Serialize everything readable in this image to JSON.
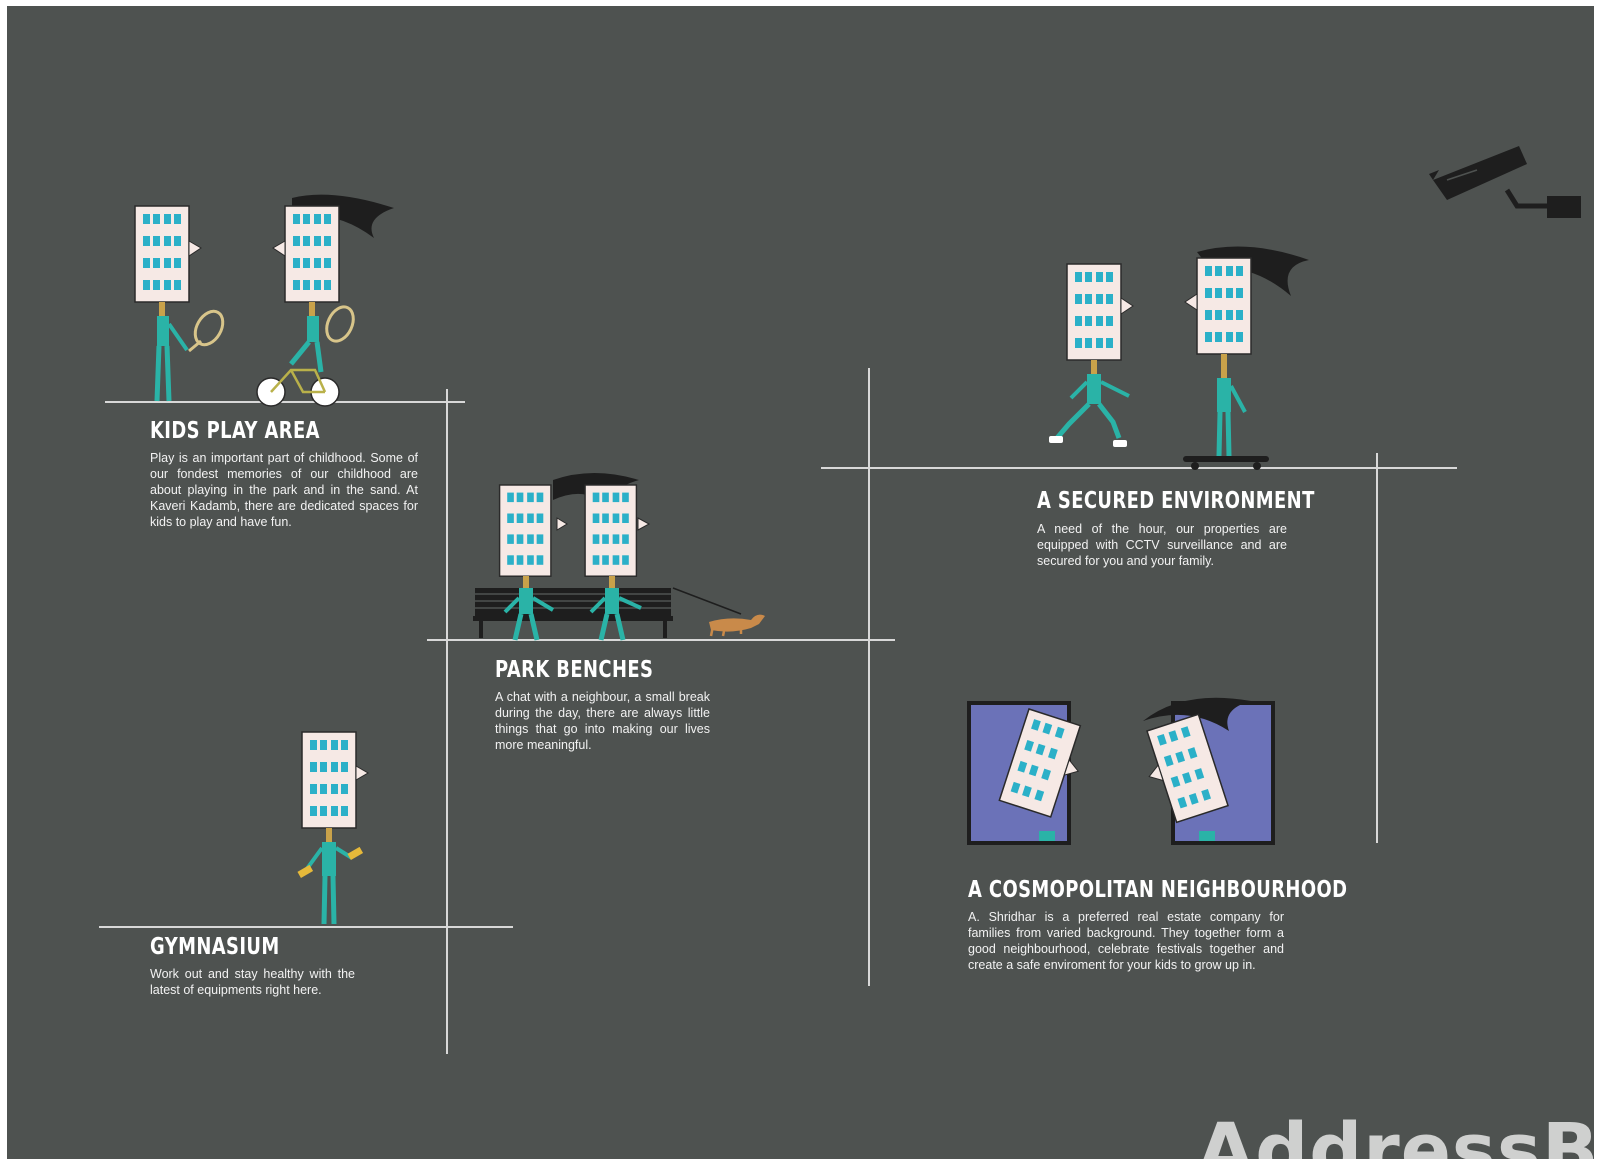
{
  "sections": {
    "kids": {
      "title": "KIDS PLAY AREA",
      "text": "Play is an important part of childhood. Some of our fondest memories of our childhood are about playing in the park and in the sand. At Kaveri Kadamb, there are dedicated spaces for kids to play and have fun."
    },
    "benches": {
      "title": "PARK BENCHES",
      "text": "A chat with a neighbour, a small break during the day, there are always little things that go into making our lives more meaningful."
    },
    "gym": {
      "title": "GYMNASIUM",
      "text": "Work out and stay healthy with the latest of equipments right here."
    },
    "secured": {
      "title": "A SECURED ENVIRONMENT",
      "text": "A need of the hour, our properties are equipped with CCTV surveillance and are secured for you and your family."
    },
    "cosmo": {
      "title": "A COSMOPOLITAN NEIGHBOURHOOD",
      "text": "A. Shridhar is a preferred real estate company for families from varied background. They together form a good neighbourhood, celebrate festivals together and create a safe enviroment for your kids to grow up in."
    }
  },
  "watermark": "AddressBox",
  "colors": {
    "background": "#4e5250",
    "figure": "#2ab3a7",
    "building": "#f6e9e5",
    "window": "#2bb0c8",
    "window_panel": "#6b72b8"
  }
}
